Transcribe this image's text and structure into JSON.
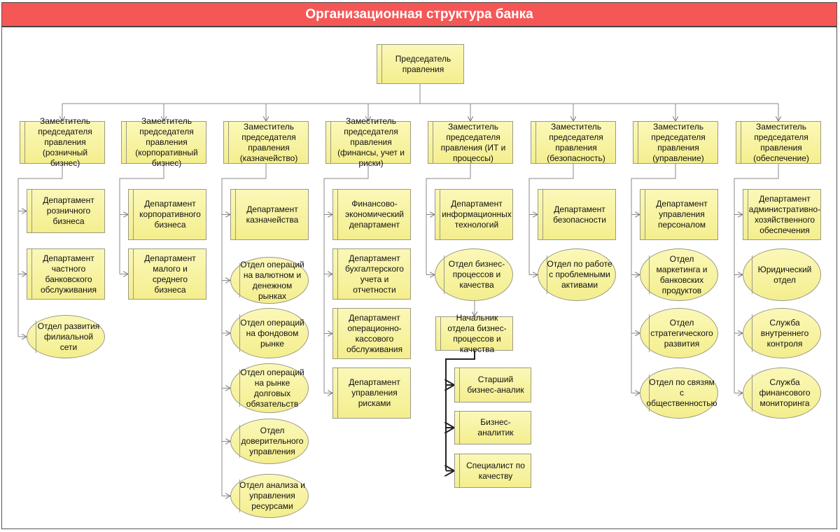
{
  "title": "Организационная структура банка",
  "chairman": "Председатель правления",
  "columns": [
    {
      "deputy": "Заместитель председателя правления (розничный бизнес)",
      "children": [
        {
          "text": "Департамент розничного бизнеса",
          "shape": "rect"
        },
        {
          "text": "Департамент частного банковского обслуживания",
          "shape": "rect"
        },
        {
          "text": "Отдел развития филиальной сети",
          "shape": "ellipse"
        }
      ]
    },
    {
      "deputy": "Заместитель председателя правления (корпоративный бизнес)",
      "children": [
        {
          "text": "Департамент корпоративного бизнеса",
          "shape": "rect"
        },
        {
          "text": "Департамент малого и среднего бизнеса",
          "shape": "rect"
        }
      ]
    },
    {
      "deputy": "Заместитель председателя правления (казначейство)",
      "children": [
        {
          "text": "Департамент казначейства",
          "shape": "rect"
        },
        {
          "text": "Отдел операций на валютном и денежном рынках",
          "shape": "ellipse"
        },
        {
          "text": "Отдел операций на фондовом рынке",
          "shape": "ellipse"
        },
        {
          "text": "Отдел операций на рынке долговых обязательств",
          "shape": "ellipse"
        },
        {
          "text": "Отдел доверительного управления",
          "shape": "ellipse"
        },
        {
          "text": "Отдел анализа и управления ресурсами",
          "shape": "ellipse"
        }
      ]
    },
    {
      "deputy": "Заместитель председателя правления (финансы, учет и риски)",
      "children": [
        {
          "text": "Финансово-экономический департамент",
          "shape": "rect"
        },
        {
          "text": "Департамент бухгалтерского учета и отчетности",
          "shape": "rect"
        },
        {
          "text": "Департамент операционно-кассового обслуживания",
          "shape": "rect"
        },
        {
          "text": "Департамент управления рисками",
          "shape": "rect"
        }
      ]
    },
    {
      "deputy": "Заместитель председателя правления (ИТ и процессы)",
      "children": [
        {
          "text": "Департамент информационных технологий",
          "shape": "rect"
        },
        {
          "text": "Отдел бизнес-процессов и качества",
          "shape": "ellipse"
        }
      ],
      "head": "Начальник отдела бизнес-процессов и качества",
      "staff": [
        "Старший бизнес-аналик",
        "Бизнес-аналитик",
        "Специалист по качеству"
      ]
    },
    {
      "deputy": "Заместитель председателя правления (безопасность)",
      "children": [
        {
          "text": "Департамент безопасности",
          "shape": "rect"
        },
        {
          "text": "Отдел по работе с проблемными активами",
          "shape": "ellipse"
        }
      ]
    },
    {
      "deputy": "Заместитель председателя правления (управление)",
      "children": [
        {
          "text": "Департамент управления персоналом",
          "shape": "rect"
        },
        {
          "text": "Отдел маркетинга и банковских продуктов",
          "shape": "ellipse"
        },
        {
          "text": "Отдел стратегического развития",
          "shape": "ellipse"
        },
        {
          "text": "Отдел по связям с общественностью",
          "shape": "ellipse"
        }
      ]
    },
    {
      "deputy": "Заместитель председателя правления (обеспечение)",
      "children": [
        {
          "text": "Департамент административно-хозяйственного обеспечения",
          "shape": "rect"
        },
        {
          "text": "Юридический отдел",
          "shape": "ellipse"
        },
        {
          "text": "Служба внутреннего контроля",
          "shape": "ellipse"
        },
        {
          "text": "Служба финансового мониторинга",
          "shape": "ellipse"
        }
      ]
    }
  ]
}
